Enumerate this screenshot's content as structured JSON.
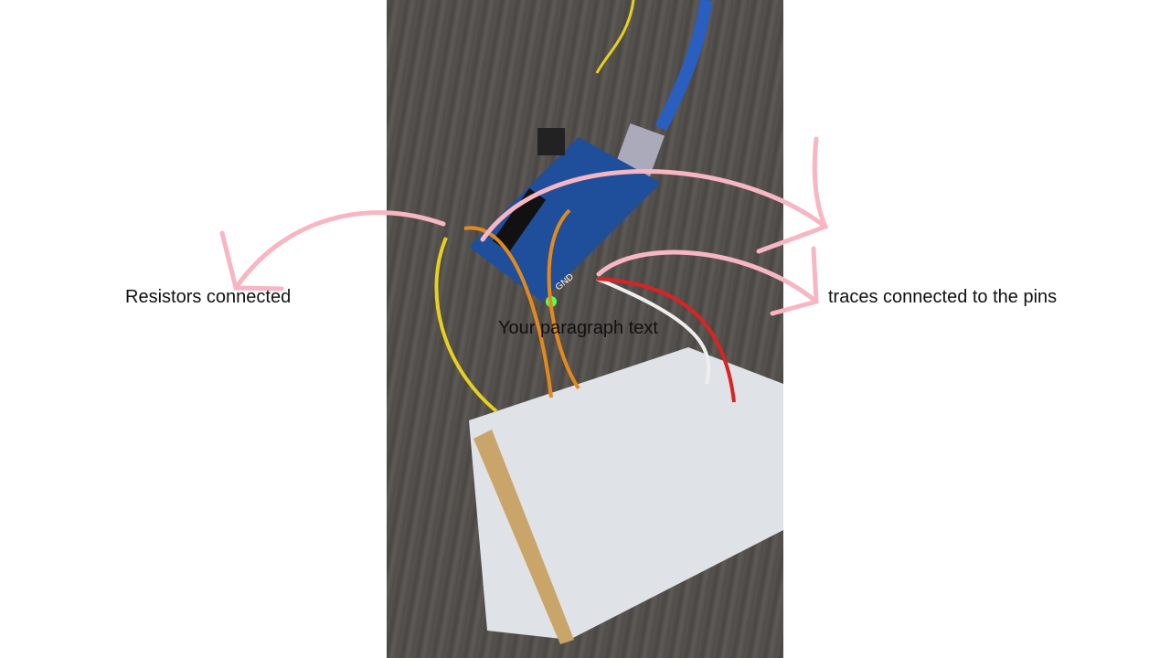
{
  "annotations": {
    "left_label": "Resistors connected",
    "right_label": "traces connected to the pins",
    "center_placeholder": "Your paragraph text"
  },
  "photo": {
    "board_silk_text": "GND"
  },
  "colors": {
    "arrow": "#f7b6c2",
    "background": "#ffffff",
    "board": "#1f4f9a"
  }
}
